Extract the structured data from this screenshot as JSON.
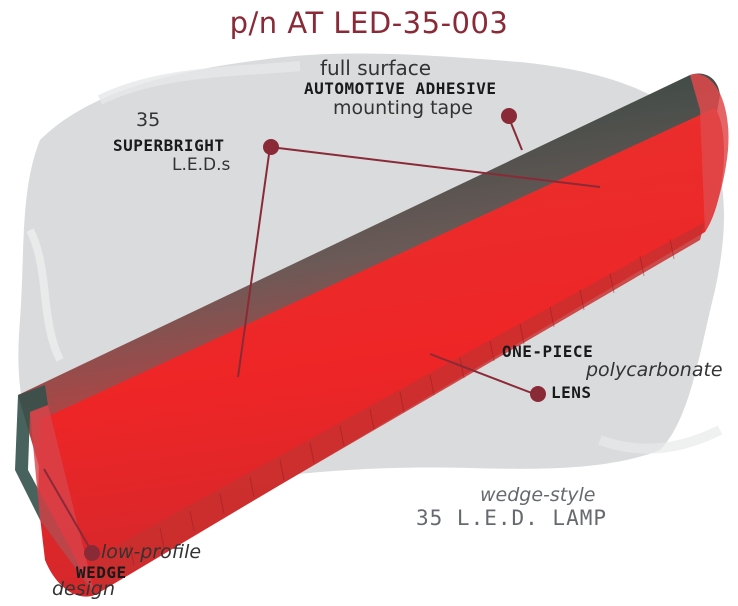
{
  "title": "p/n AT LED-35-003",
  "colors": {
    "title": "#8a2a37",
    "callout": "#8a2a37",
    "lens_red": "#ec2528",
    "lens_edge": "#2f4a45",
    "background_smudge": "#d9dbdd"
  },
  "callouts": {
    "adhesive": {
      "line1": "full surface",
      "line2": "AUTOMOTIVE ADHESIVE",
      "line3": "mounting tape"
    },
    "leds": {
      "line1": "35",
      "line2": "SUPERBRIGHT",
      "line3": "L.E.D.s"
    },
    "lens": {
      "line1": "ONE-PIECE",
      "line2": "polycarbonate",
      "line3": "LENS"
    },
    "wedge": {
      "line1": "low-profile",
      "line2": "WEDGE",
      "line3": "design"
    }
  },
  "caption": {
    "line1": "wedge-style",
    "line2": "35 L.E.D. LAMP"
  }
}
